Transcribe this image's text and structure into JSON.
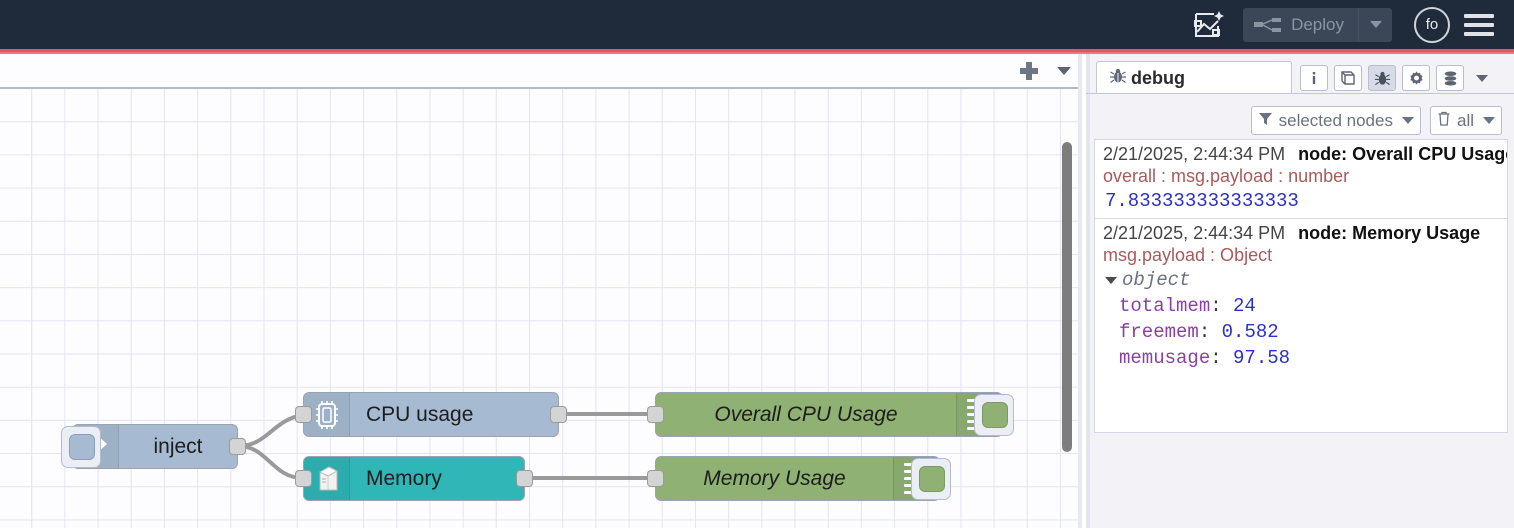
{
  "header": {
    "ai_icon": "ai-flow-sparkle-icon",
    "deploy_label": "Deploy",
    "deploy_icon": "deploy-nodes-icon",
    "deploy_caret_icon": "chevron-down-icon",
    "avatar_initials": "fo",
    "menu_icon": "hamburger-menu-icon",
    "accent_underline_color": "#dd5a5a",
    "background_color": "#1f2b3b"
  },
  "workspace": {
    "tabbar": {
      "add_icon": "plus-icon",
      "list_caret_icon": "chevron-down-icon"
    },
    "nodes": [
      {
        "id": "inject",
        "label": "inject",
        "icon": "inject-arrow-icon",
        "type": "inject",
        "color": "#a6bbd1"
      },
      {
        "id": "cpu-usage",
        "label": "CPU usage",
        "icon": "cpu-chip-icon",
        "type": "function",
        "color": "#a6bbd1"
      },
      {
        "id": "memory",
        "label": "Memory",
        "icon": "server-tower-icon",
        "type": "function",
        "color": "#2fb6b6"
      },
      {
        "id": "overall-cpu-usage",
        "label": "Overall CPU Usage",
        "icon": "debug-lines-icon",
        "type": "debug",
        "color": "#8fb174"
      },
      {
        "id": "memory-usage",
        "label": "Memory Usage",
        "icon": "debug-lines-icon",
        "type": "debug",
        "color": "#8fb174"
      }
    ],
    "scrollbar": {
      "name": "vertical-scrollbar"
    }
  },
  "sidebar": {
    "tab": {
      "label": "debug",
      "icon": "bug-icon"
    },
    "tools": [
      {
        "name": "info-tool",
        "icon": "i"
      },
      {
        "name": "help-tool",
        "icon": "book-icon"
      },
      {
        "name": "debug-tool",
        "icon": "bug-icon",
        "active": true
      },
      {
        "name": "config-tool",
        "icon": "gear-icon"
      },
      {
        "name": "context-tool",
        "icon": "database-icon"
      }
    ],
    "tools_caret_icon": "chevron-down-icon",
    "filters": {
      "node_filter_label": "selected nodes",
      "node_filter_icon": "funnel-icon",
      "clear_label": "all",
      "clear_icon": "trash-icon"
    },
    "messages": [
      {
        "timestamp": "2/21/2025, 2:44:34 PM",
        "node": "node: Overall CPU Usage",
        "topic": "overall : msg.payload : number",
        "kind": "number",
        "value": "7.833333333333333"
      },
      {
        "timestamp": "2/21/2025, 2:44:34 PM",
        "node": "node: Memory Usage",
        "topic": "msg.payload : Object",
        "kind": "object",
        "root_label": "object",
        "properties": [
          {
            "key": "totalmem",
            "value": "24"
          },
          {
            "key": "freemem",
            "value": "0.582"
          },
          {
            "key": "memusage",
            "value": "97.58"
          }
        ]
      }
    ]
  },
  "colors": {
    "number_value": "#2b30c9",
    "object_key": "#8b3fa8",
    "topic_text": "#a85b5b",
    "node_debug_green": "#8fb174",
    "node_blue": "#a6bbd1",
    "node_teal": "#2fb6b6"
  }
}
